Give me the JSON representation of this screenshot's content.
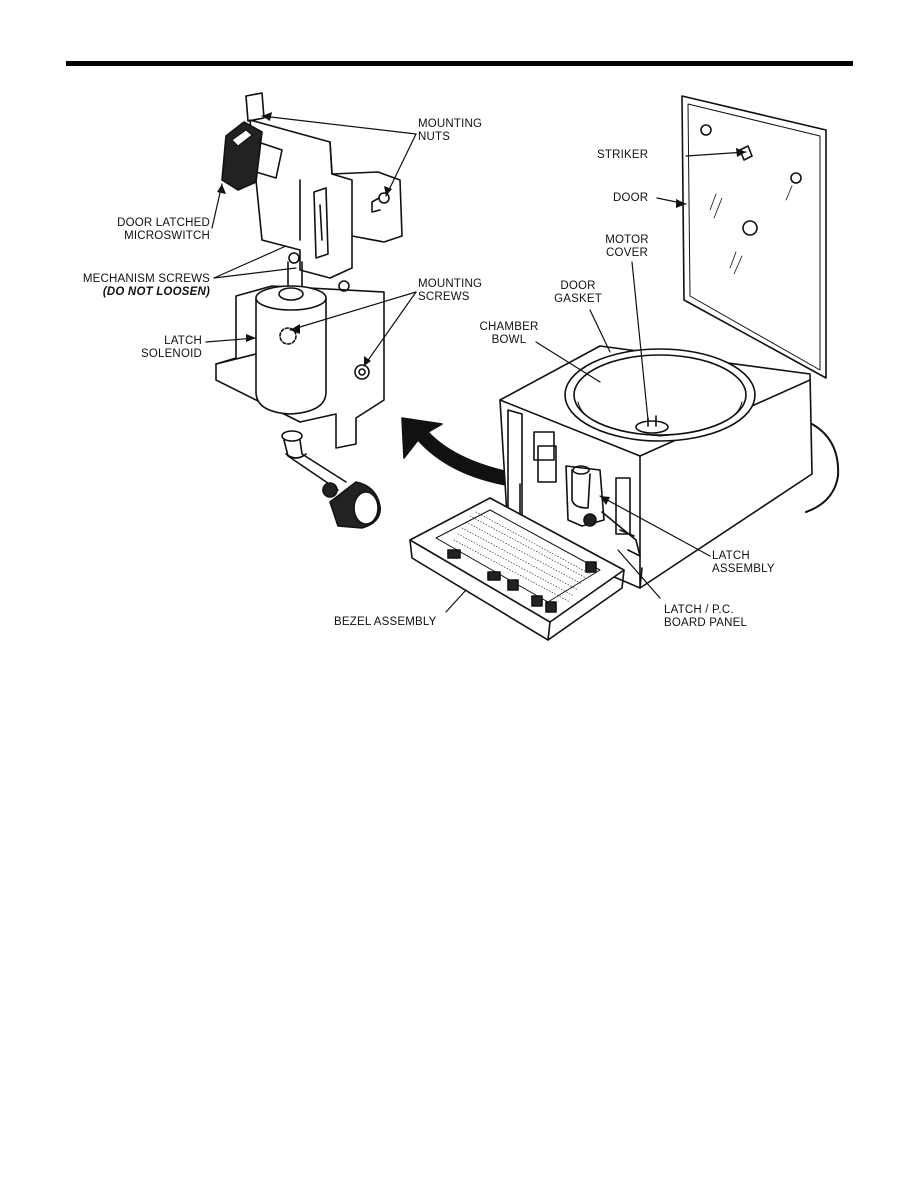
{
  "labels": {
    "mounting_nuts": [
      "MOUNTING",
      "NUTS"
    ],
    "door_latched_microswitch": [
      "DOOR LATCHED",
      "MICROSWITCH"
    ],
    "mechanism_screws": "MECHANISM SCREWS",
    "do_not_loosen": "(DO NOT LOOSEN)",
    "mounting_screws": [
      "MOUNTING",
      "SCREWS"
    ],
    "latch_solenoid": [
      "LATCH",
      "SOLENOID"
    ],
    "striker": "STRIKER",
    "door": "DOOR",
    "motor_cover": [
      "MOTOR",
      "COVER"
    ],
    "door_gasket": [
      "DOOR",
      "GASKET"
    ],
    "chamber_bowl": [
      "CHAMBER",
      "BOWL"
    ],
    "latch_assembly": [
      "LATCH",
      "ASSEMBLY"
    ],
    "latch_pc_board_panel": [
      "LATCH / P.C.",
      "BOARD PANEL"
    ],
    "bezel_assembly": "BEZEL ASSEMBLY"
  },
  "colors": {
    "ink": "#111111",
    "rule": "#000000",
    "paper": "#ffffff"
  }
}
